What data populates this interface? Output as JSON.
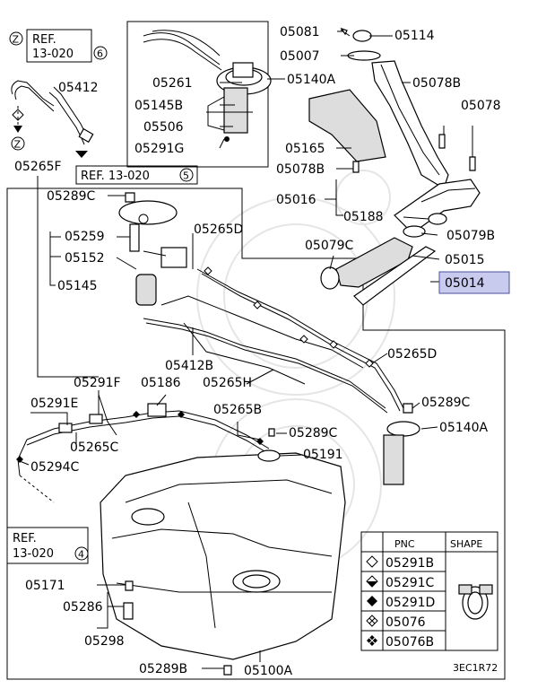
{
  "labels": {
    "p05081": "05081",
    "p05114": "05114",
    "p05007": "05007",
    "p05261": "05261",
    "p05140A_top": "05140A",
    "p05078B_a": "05078B",
    "p05078": "05078",
    "p05145B": "05145B",
    "p05506": "05506",
    "p05291G": "05291G",
    "p05165": "05165",
    "p05078B_b": "05078B",
    "p05412": "05412",
    "p05265F": "05265F",
    "p05289C_a": "05289C",
    "p05016": "05016",
    "p05188": "05188",
    "p05265D_a": "05265D",
    "p05259": "05259",
    "p05079C": "05079C",
    "p05079B": "05079B",
    "p05152": "05152",
    "p05015": "05015",
    "p05145": "05145",
    "p05014": "05014",
    "p05412B": "05412B",
    "p05265D_b": "05265D",
    "p05291F": "05291F",
    "p05186": "05186",
    "p05265H": "05265H",
    "p05289C_b": "05289C",
    "p05291E": "05291E",
    "p05265B": "05265B",
    "p05140A_low": "05140A",
    "p05289C_c": "05289C",
    "p05265C": "05265C",
    "p05191": "05191",
    "p05294C": "05294C",
    "p05171": "05171",
    "p05286": "05286",
    "p05298": "05298",
    "p05289B": "05289B",
    "p05100A": "05100A"
  },
  "refs": {
    "ref6_line1": "REF.",
    "ref6_line2": "13-020",
    "ref6_num": "6",
    "ref6_marker": "Z",
    "ref5_text": "REF. 13-020",
    "ref5_num": "5",
    "ref4_line1": "REF.",
    "ref4_line2": "13-020",
    "ref4_num": "4",
    "z_marker": "Z"
  },
  "highlight": {
    "part": "05014",
    "color": "#c8cbee"
  },
  "legend": {
    "headers": [
      "PNC",
      "SHAPE"
    ],
    "rows": [
      {
        "symbol": "diamond-outline",
        "pnc": "05291B"
      },
      {
        "symbol": "diamond-half",
        "pnc": "05291C"
      },
      {
        "symbol": "diamond-filled",
        "pnc": "05291D"
      },
      {
        "symbol": "diamond-cross",
        "pnc": "05076"
      },
      {
        "symbol": "diamond-filled-cross",
        "pnc": "05076B"
      }
    ]
  },
  "diagram_code": "3EC1R72"
}
